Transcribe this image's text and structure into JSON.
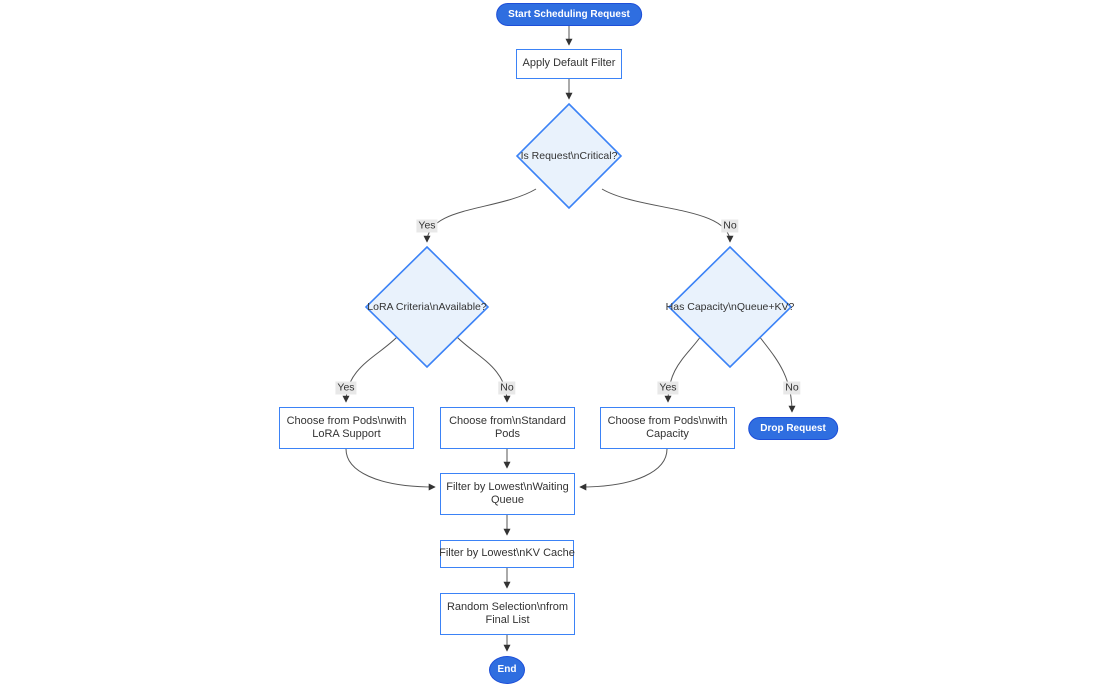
{
  "diagram_type": "flowchart",
  "nodes": {
    "start": {
      "shape": "pill",
      "lines": [
        "Start Scheduling Request"
      ]
    },
    "apply_default_filter": {
      "shape": "rect",
      "lines": [
        "Apply Default Filter"
      ]
    },
    "is_request_critical": {
      "shape": "decision",
      "lines": [
        "Is Request\\nCritical?"
      ]
    },
    "lora_criteria": {
      "shape": "decision",
      "lines": [
        "LoRA Criteria\\nAvailable?"
      ]
    },
    "has_capacity": {
      "shape": "decision",
      "lines": [
        "Has Capacity\\nQueue+KV?"
      ]
    },
    "choose_lora_pods": {
      "shape": "rect",
      "lines": [
        "Choose from Pods\\nwith",
        "LoRA Support"
      ]
    },
    "choose_standard_pods": {
      "shape": "rect",
      "lines": [
        "Choose from\\nStandard",
        "Pods"
      ]
    },
    "choose_capacity_pods": {
      "shape": "rect",
      "lines": [
        "Choose from Pods\\nwith",
        "Capacity"
      ]
    },
    "drop_request": {
      "shape": "pill",
      "lines": [
        "Drop Request"
      ]
    },
    "filter_waiting_queue": {
      "shape": "rect",
      "lines": [
        "Filter by Lowest\\nWaiting",
        "Queue"
      ]
    },
    "filter_kv_cache": {
      "shape": "rect",
      "lines": [
        "Filter by Lowest\\nKV Cache"
      ]
    },
    "random_selection": {
      "shape": "rect",
      "lines": [
        "Random Selection\\nfrom",
        "Final List"
      ]
    },
    "end": {
      "shape": "ellipse",
      "lines": [
        "End"
      ]
    }
  },
  "edge_labels": {
    "critical_yes": "Yes",
    "critical_no": "No",
    "lora_yes": "Yes",
    "lora_no": "No",
    "capacity_yes": "Yes",
    "capacity_no": "No"
  },
  "colors": {
    "canvas_bg": "#ffffff",
    "accent": "#2f6ee0",
    "accent_stroke": "#1d4ed8",
    "node_border": "#3b82f6",
    "node_fill": "#ffffff",
    "decision_fill": "#e9f2fc",
    "text": "#333333",
    "edge": "#555555",
    "arrow": "#333333",
    "label_bg": "#e8e8e8"
  }
}
